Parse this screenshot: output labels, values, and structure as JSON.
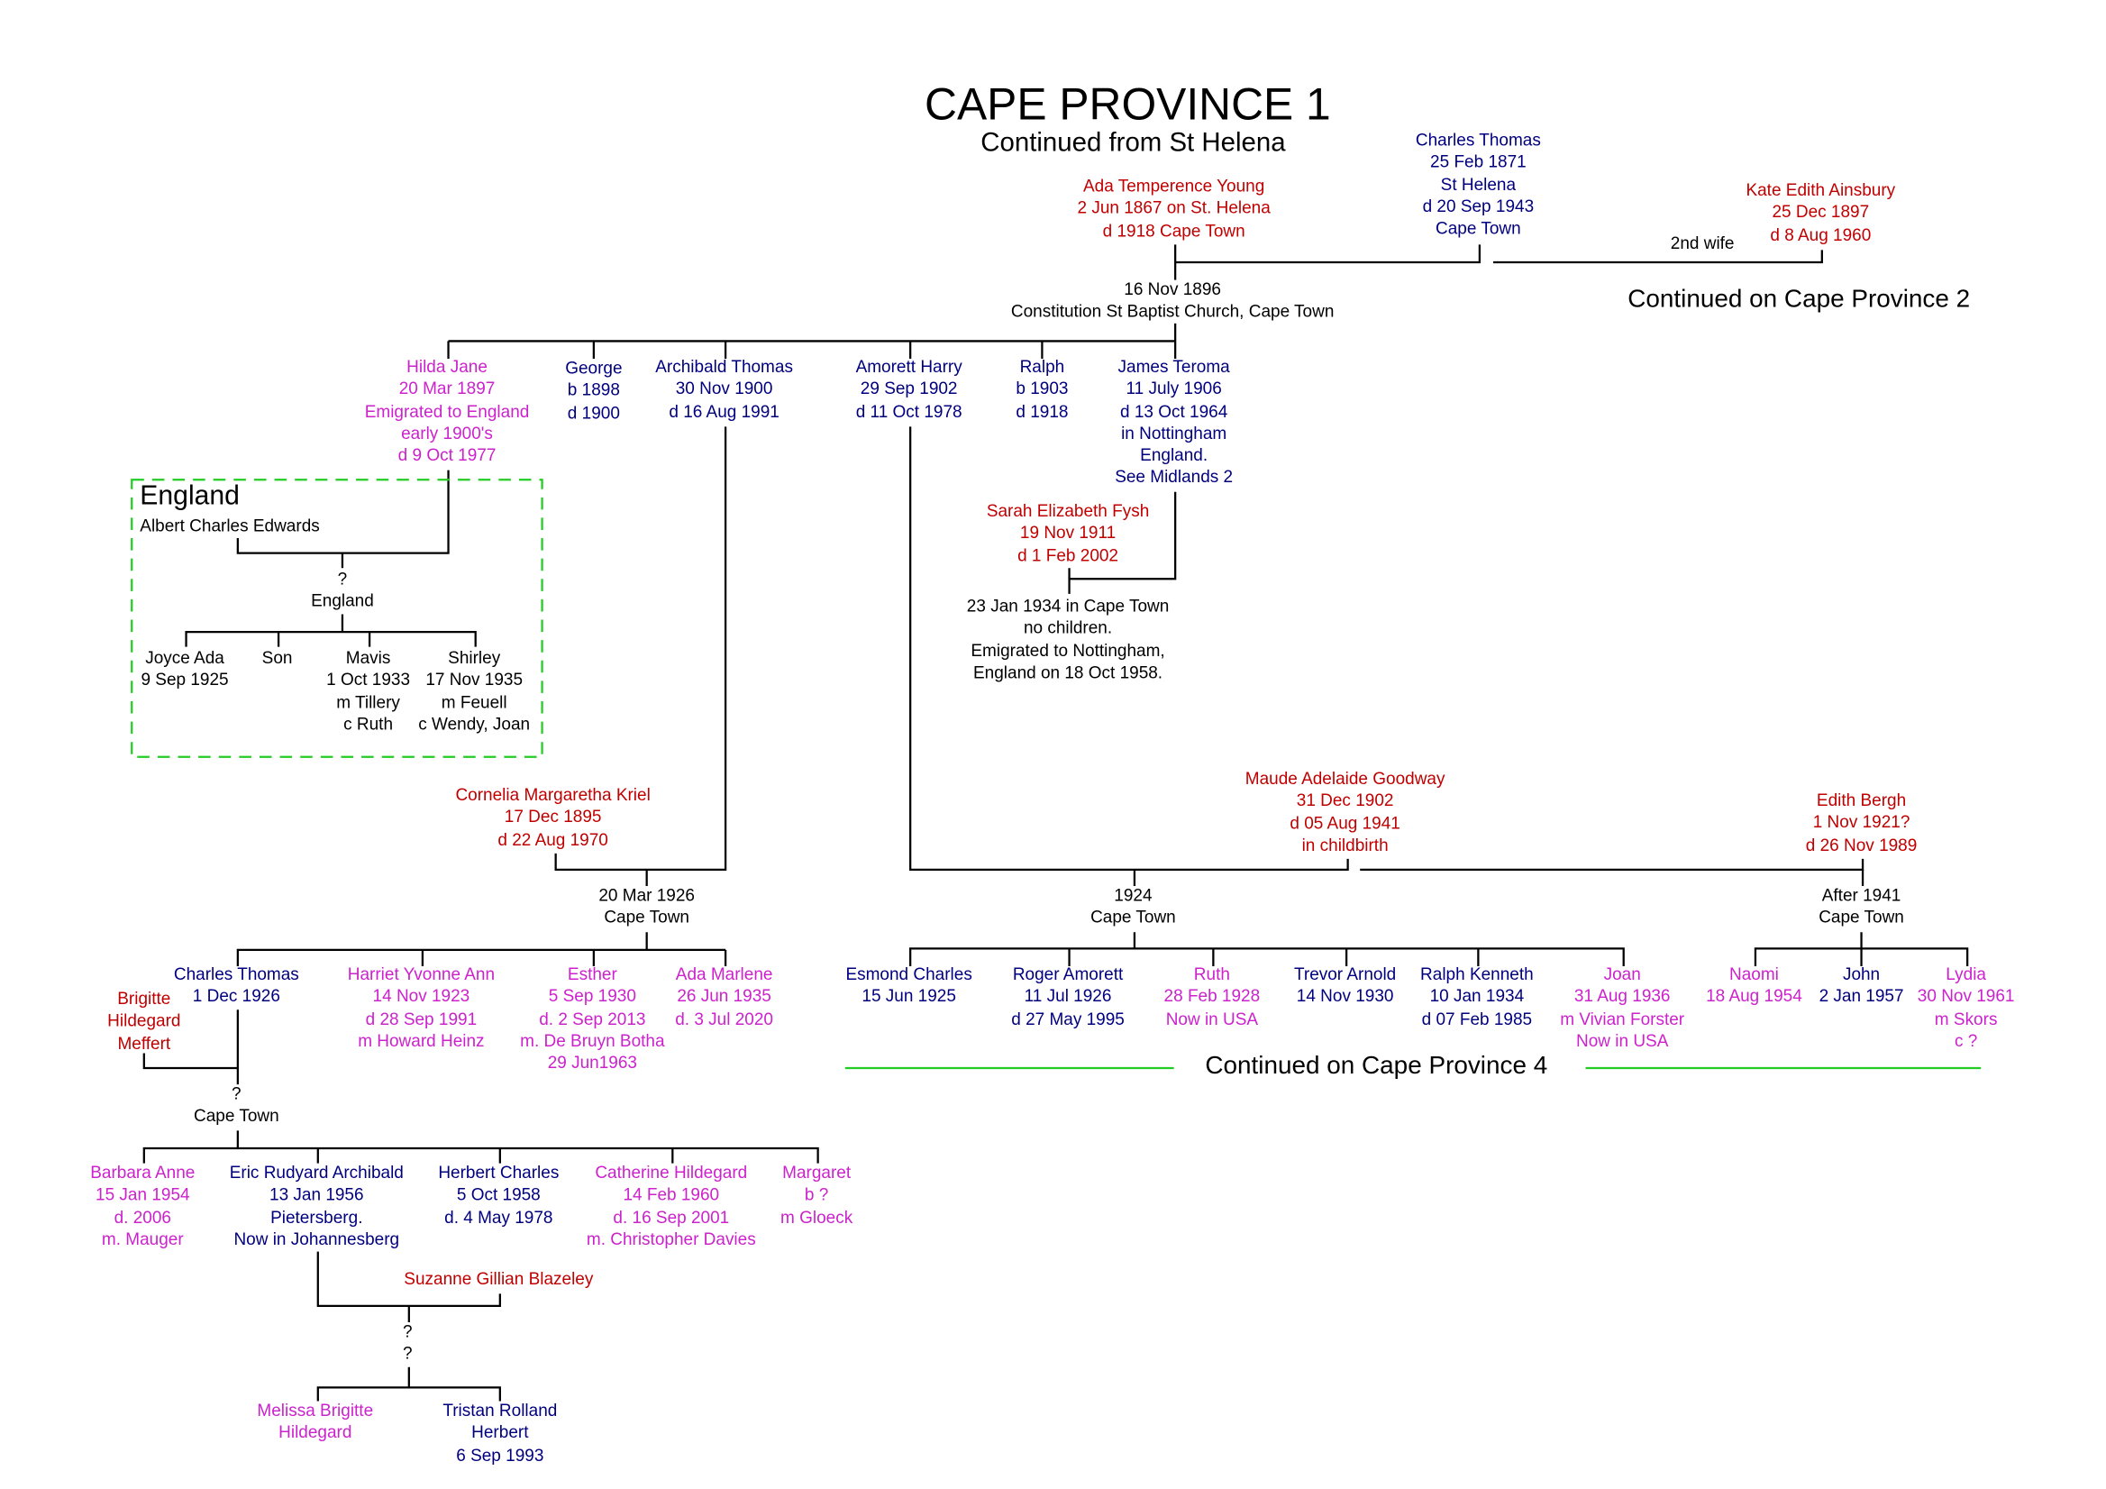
{
  "title": "CAPE PROVINCE 1",
  "subtitle": "Continued from St Helena",
  "continued_cp2": "Continued on Cape Province 2",
  "continued_cp4": "Continued on Cape Province 4",
  "colors": {
    "male": "#00007f",
    "spouse": "#c00000",
    "female": "#cc22cc",
    "text": "#000000",
    "dashed_box": "#22cc22",
    "continue_line": "#22cc22"
  },
  "people": {
    "charles_thomas_sr": "Charles Thomas\n25 Feb 1871\nSt Helena\nd 20 Sep 1943\nCape Town",
    "ada_young": "Ada Temperence Young\n2 Jun 1867 on St. Helena\nd 1918 Cape Town",
    "kate_ainsbury": "Kate Edith Ainsbury\n25 Dec 1897\nd 8 Aug 1960",
    "second_wife": "2nd wife",
    "marriage_1896": "16 Nov 1896\nConstitution St Baptist Church, Cape Town",
    "hilda_jane": "Hilda Jane\n20 Mar 1897\nEmigrated to England\nearly 1900's\nd 9 Oct 1977",
    "george": "George\nb 1898\nd 1900",
    "archibald_thomas": "Archibald Thomas\n30 Nov 1900\nd 16 Aug 1991",
    "amorett_harry": "Amorett Harry\n29 Sep 1902\nd 11 Oct 1978",
    "ralph": "Ralph\nb 1903\nd 1918",
    "james_teroma": "James Teroma\n11 July 1906\nd 13 Oct 1964\nin Nottingham\nEngland.\nSee Midlands 2",
    "sarah_fysh": "Sarah Elizabeth Fysh\n19 Nov 1911\nd 1 Feb 2002",
    "marriage_1934": "23 Jan 1934 in Cape Town\nno children.\nEmigrated to Nottingham,\nEngland on 18 Oct 1958.",
    "england_label": "England",
    "albert_edwards": "Albert Charles Edwards",
    "england_marriage": "?\nEngland",
    "joyce_ada": "Joyce Ada\n9 Sep 1925",
    "son": "Son",
    "mavis": "Mavis\n1 Oct 1933\nm Tillery\nc Ruth",
    "shirley": "Shirley\n17 Nov 1935\nm Feuell\nc Wendy, Joan",
    "cornelia_kriel": "Cornelia Margaretha Kriel\n17 Dec 1895\nd 22 Aug 1970",
    "marriage_1926": "20 Mar 1926\nCape Town",
    "maude_goodway": "Maude Adelaide Goodway\n31 Dec 1902\nd 05 Aug 1941\nin childbirth",
    "edith_bergh": "Edith Bergh\n1 Nov 1921?\nd 26 Nov 1989",
    "marriage_1924": "1924\nCape Town",
    "marriage_after1941": "After 1941\nCape Town",
    "charles_thomas_jr": "Charles Thomas\n1 Dec 1926",
    "harriet": "Harriet Yvonne Ann\n14 Nov 1923\nd 28 Sep 1991\nm Howard Heinz",
    "esther": "Esther\n5 Sep 1930\nd. 2 Sep 2013\nm. De Bruyn Botha\n29 Jun1963",
    "ada_marlene": "Ada Marlene\n26 Jun 1935\nd. 3 Jul 2020",
    "brigitte": "Brigitte\nHildegard\nMeffert",
    "marriage_q_capetown": "?\nCape Town",
    "esmond": "Esmond Charles\n15 Jun 1925",
    "roger": "Roger Amorett\n11 Jul 1926\nd 27 May 1995",
    "ruth": "Ruth\n28 Feb 1928\nNow in USA",
    "trevor": "Trevor Arnold\n14 Nov 1930",
    "ralph_kenneth": "Ralph Kenneth\n10 Jan 1934\nd 07 Feb 1985",
    "joan": "Joan\n31 Aug 1936\nm Vivian Forster\nNow in USA",
    "naomi": "Naomi\n18 Aug 1954",
    "john": "John\n2 Jan 1957",
    "lydia": "Lydia\n30 Nov 1961\nm Skors\nc ?",
    "barbara": "Barbara Anne\n15 Jan 1954\nd. 2006\nm. Mauger",
    "eric": "Eric Rudyard Archibald\n13 Jan 1956\nPietersberg.\nNow in Johannesberg",
    "herbert": "Herbert Charles\n5 Oct 1958\nd. 4 May 1978",
    "catherine": "Catherine Hildegard\n14 Feb 1960\nd. 16 Sep 2001\nm. Christopher Davies",
    "margaret": "Margaret\nb ?\nm Gloeck",
    "suzanne": "Suzanne Gillian Blazeley",
    "marriage_qq": "?\n?",
    "melissa": "Melissa Brigitte\nHildegard",
    "tristan": "Tristan Rolland\nHerbert\n6 Sep 1993"
  }
}
